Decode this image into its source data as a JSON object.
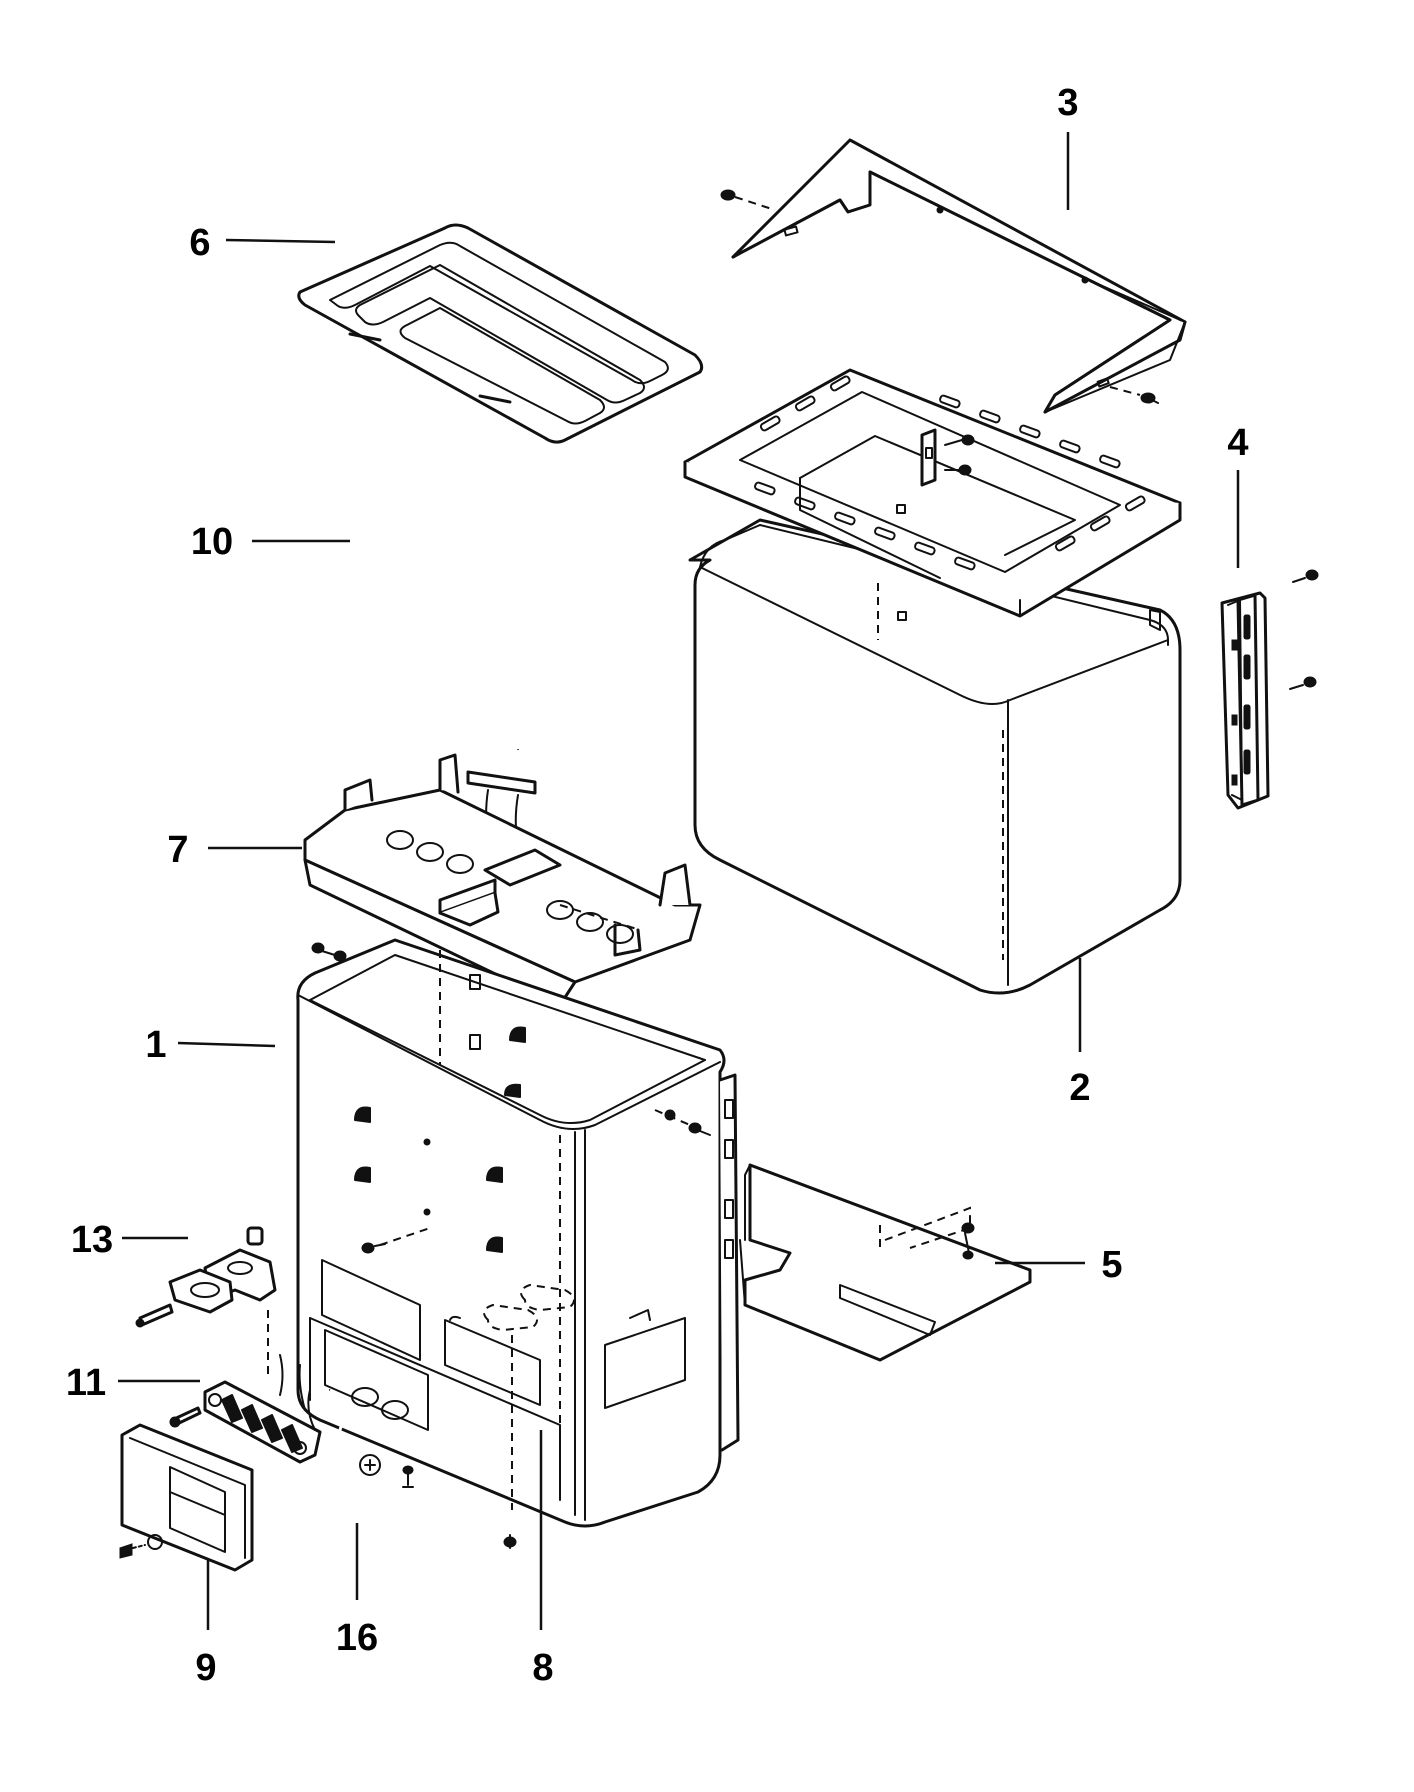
{
  "diagram": {
    "callouts": {
      "c1": "1",
      "c2": "2",
      "c3": "3",
      "c4": "4",
      "c5": "5",
      "c6": "6",
      "c7": "7",
      "c8": "8",
      "c9": "9",
      "c10": "10",
      "c11": "11",
      "c13": "13",
      "c16": "16"
    }
  }
}
